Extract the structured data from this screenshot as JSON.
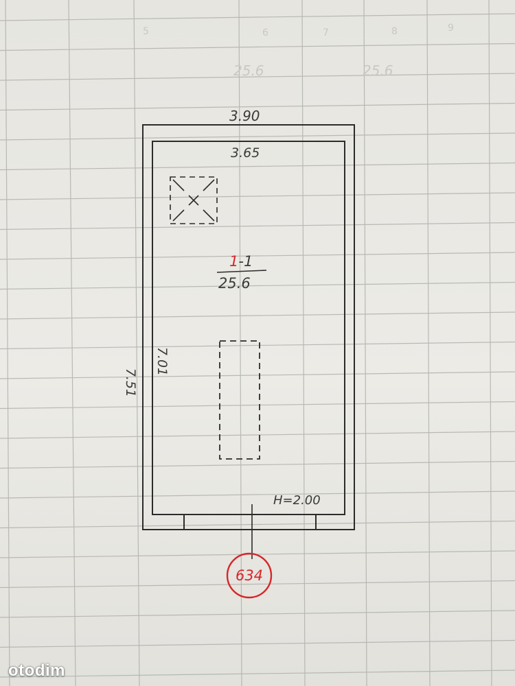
{
  "faded_header": {
    "column_numbers": [
      "5",
      "6",
      "7",
      "8",
      "9"
    ],
    "values": [
      "25.6",
      "25.6"
    ]
  },
  "dimensions": {
    "outer_width": "3.90",
    "inner_width": "3.65",
    "outer_length": "7.51",
    "inner_length": "7.01",
    "height": "H=2.00"
  },
  "room": {
    "number_red": "1",
    "number_rest": "-1",
    "area": "25.6"
  },
  "stamp": {
    "text": "634",
    "color": "#d8262a"
  },
  "watermark": "otodim",
  "colors": {
    "ink": "#2b2b2b",
    "grid": "#a9a9a4",
    "paper": "#e9e8e3"
  }
}
